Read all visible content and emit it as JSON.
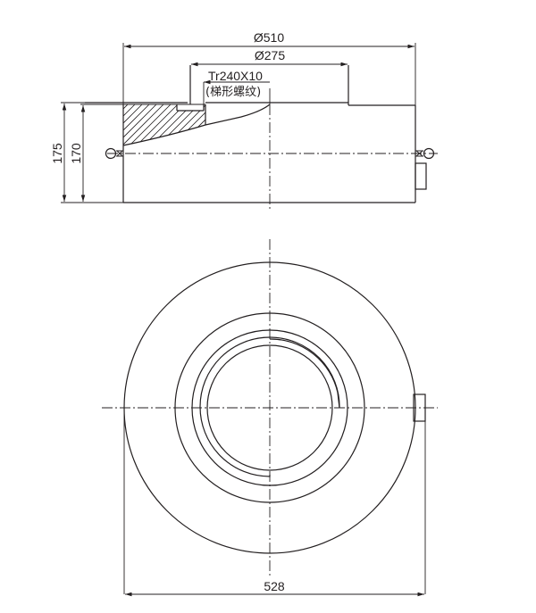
{
  "drawing": {
    "type": "engineering drawing - threaded ring / nut, side section and top view",
    "colors": {
      "line": "#231f20",
      "background": "#ffffff"
    }
  },
  "side_view": {
    "dims": {
      "outer_diameter": "Ø510",
      "step_diameter": "Ø275",
      "thread_spec": "Tr240X10",
      "thread_note": "(梯形螺纹)",
      "total_height": "175",
      "body_height": "170"
    }
  },
  "top_view": {
    "dims": {
      "overall_width": "528"
    }
  }
}
